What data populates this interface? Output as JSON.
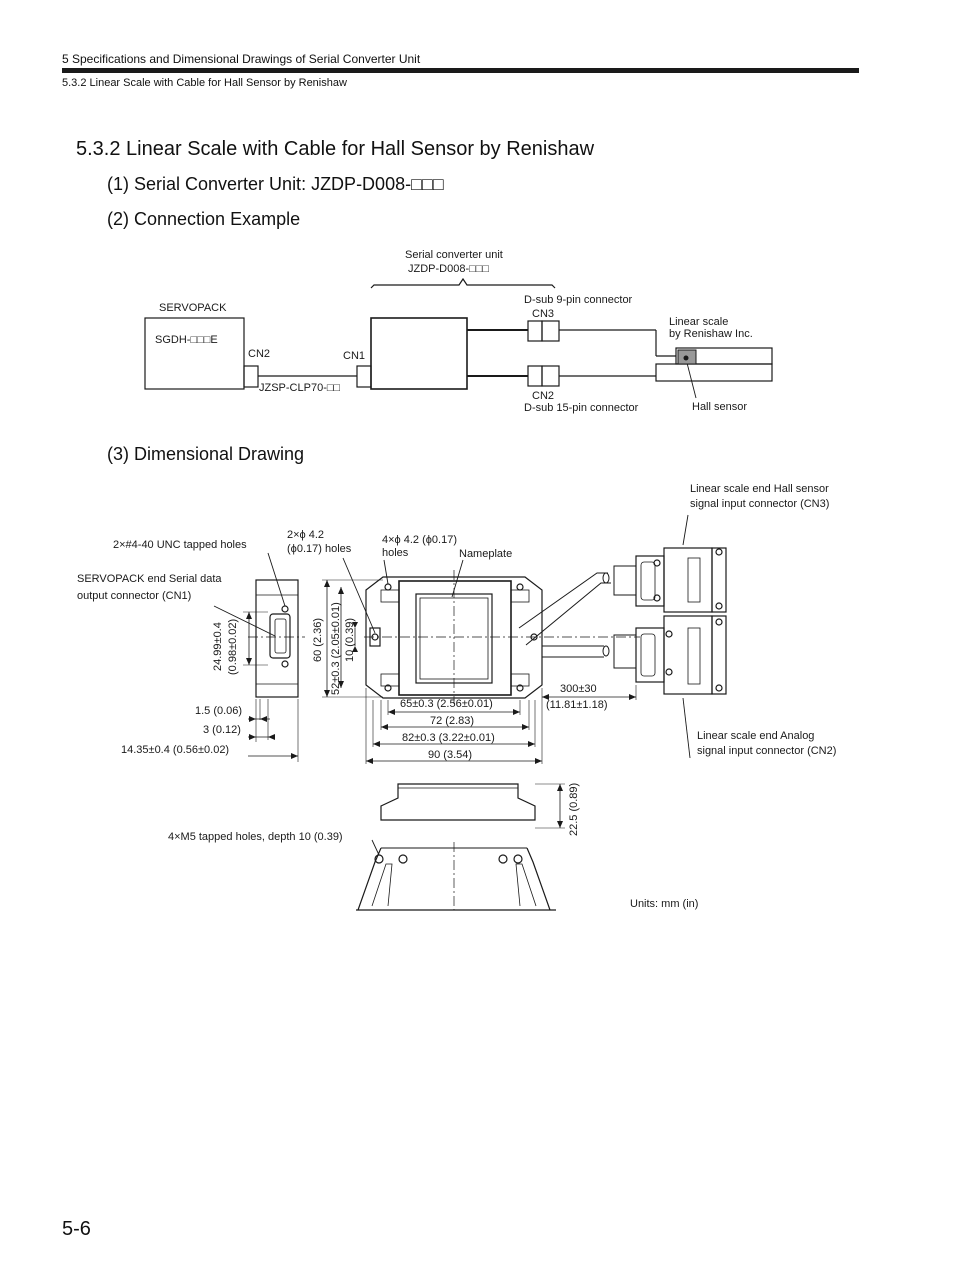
{
  "header": {
    "chapter": "5  Specifications and Dimensional Drawings of Serial Converter Unit",
    "section": "5.3.2  Linear Scale with Cable for Hall Sensor by Renishaw"
  },
  "title": "5.3.2  Linear Scale with Cable for Hall Sensor by Renishaw",
  "sub1": "(1) Serial Converter Unit: JZDP-D008-□□□",
  "sub2": "(2) Connection Example",
  "sub3": "(3) Dimensional Drawing",
  "connection": {
    "unit_label": "Serial converter unit",
    "unit_model": "JZDP-D008-□□□",
    "servopack": "SERVOPACK",
    "servopack_model": "SGDH-□□□E",
    "cn2_left": "CN2",
    "cn1": "CN1",
    "cable": "JZSP-CLP70-□□",
    "dsub9": "D-sub 9-pin connector",
    "cn3": "CN3",
    "cn2_right": "CN2",
    "dsub15": "D-sub 15-pin connector",
    "scale_line1": "Linear scale",
    "scale_line2": "by Renishaw Inc.",
    "hall": "Hall sensor"
  },
  "dimensions": {
    "hall_conn_1": "Linear scale end Hall sensor",
    "hall_conn_2": "signal input connector (CN3)",
    "unc_holes": "2×#4-40 UNC tapped holes",
    "holes2_1": "2×ϕ 4.2",
    "holes2_2": "(ϕ0.17) holes",
    "holes4_1": "4×ϕ 4.2 (ϕ0.17)",
    "holes4_2": "holes",
    "nameplate": "Nameplate",
    "servo_end_1": "SERVOPACK end Serial data",
    "servo_end_2": "output connector (CN1)",
    "d_2499": "24.99±0.4",
    "d_098": "(0.98±0.02)",
    "d_60": "60 (2.36)",
    "d_52": "52±0.3 (2.05±0.01)",
    "d_10": "10 (0.39)",
    "d_15": "1.5 (0.06)",
    "d_3": "3 (0.12)",
    "d_1435": "14.35±0.4 (0.56±0.02)",
    "d_65": "65±0.3 (2.56±0.01)",
    "d_72": "72 (2.83)",
    "d_82": "82±0.3 (3.22±0.01)",
    "d_90": "90 (3.54)",
    "d_300": "300±30",
    "d_300in": "(11.81±1.18)",
    "analog_1": "Linear scale end Analog",
    "analog_2": "signal input connector (CN2)",
    "d_225": "22.5 (0.89)",
    "m5": "4×M5 tapped holes, depth 10 (0.39)",
    "units": "Units: mm (in)"
  },
  "page_number": "5-6"
}
